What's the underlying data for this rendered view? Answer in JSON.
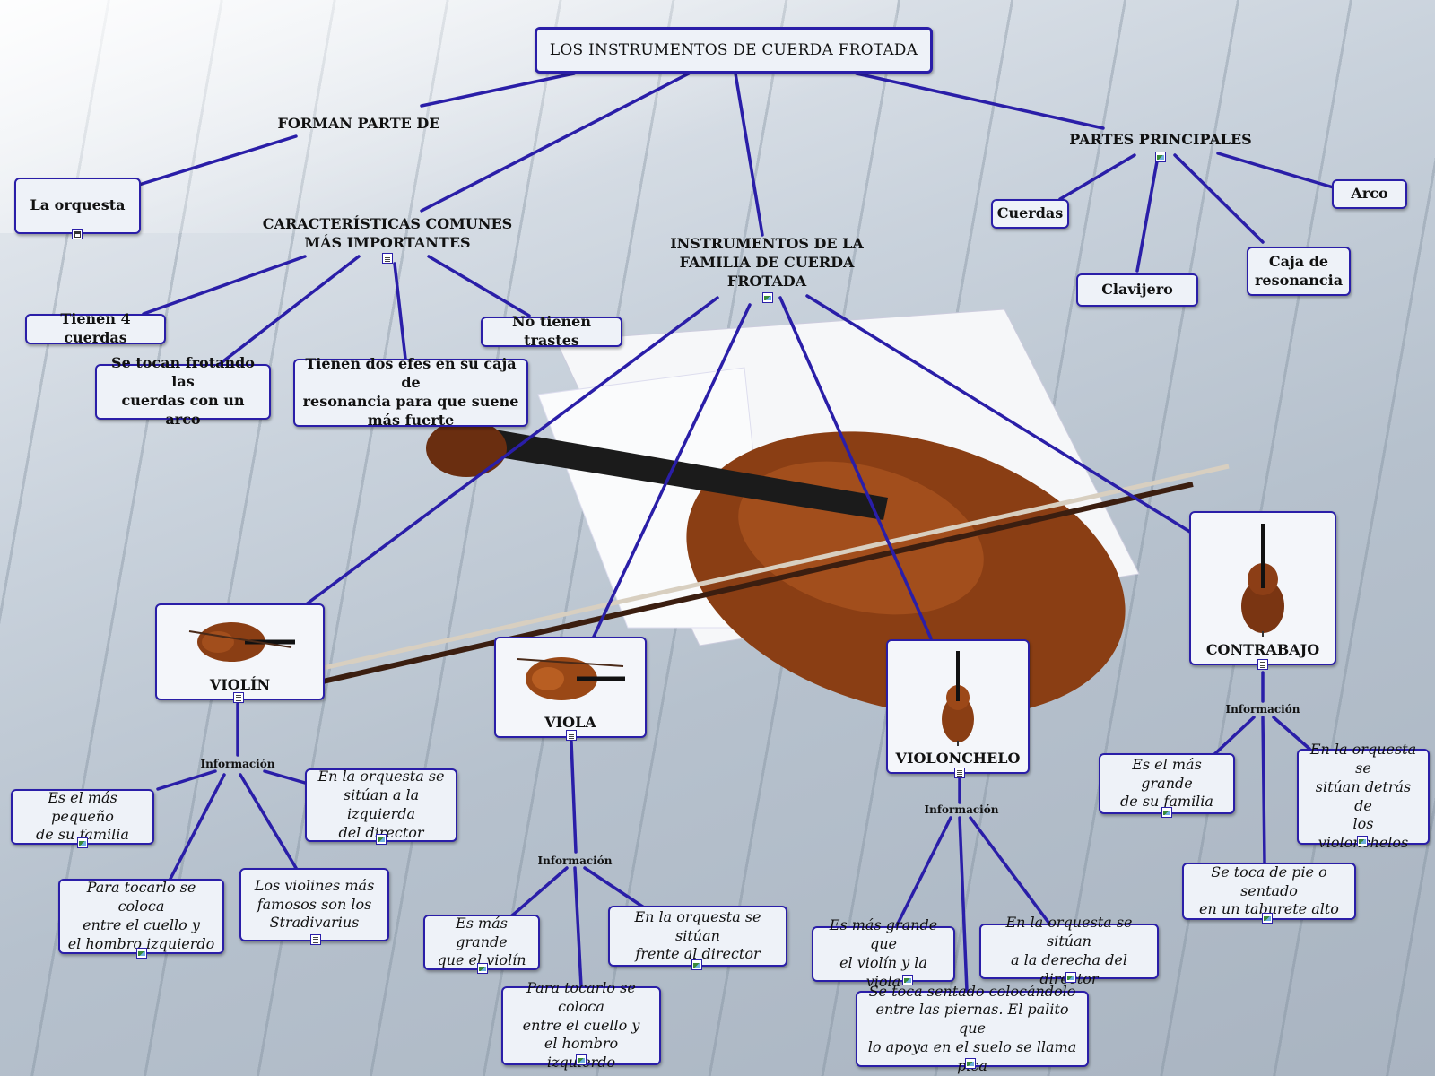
{
  "title": "LOS INSTRUMENTOS DE CUERDA FROTADA",
  "branches": {
    "forman": "FORMAN PARTE DE",
    "caracteristicas": "CARACTERÍSTICAS COMUNES\nMÁS IMPORTANTES",
    "instrumentos": "INSTRUMENTOS DE LA\nFAMILIA DE CUERDA\nFROTADA",
    "partes": "PARTES PRINCIPALES"
  },
  "orquesta": "La orquesta",
  "caracteristicas_items": [
    "Tienen 4 cuerdas",
    "Se tocan frotando las\ncuerdas con un arco",
    "Tienen dos efes en su caja de\nresonancia para que suene\nmás fuerte",
    "No tienen trastes"
  ],
  "partes_items": [
    "Cuerdas",
    "Clavijero",
    "Caja de\nresonancia",
    "Arco"
  ],
  "info_label": "Información",
  "instruments": [
    {
      "name": "VIOLÍN",
      "icon": "violin-image",
      "notes": [
        "Es el más pequeño\nde su familia",
        "Para tocarlo se coloca\nentre el cuello y\nel hombro izquierdo",
        "Los violines más\nfamosos son los\nStradivarius",
        "En la orquesta se\nsitúan a la izquierda\ndel director"
      ]
    },
    {
      "name": "VIOLA",
      "icon": "viola-image",
      "notes": [
        "Es más grande\nque el violín",
        "Para tocarlo se coloca\nentre el cuello y\nel hombro izquierdo",
        "En la orquesta se sitúan\nfrente al director"
      ]
    },
    {
      "name": "VIOLONCHELO",
      "icon": "cello-image",
      "notes": [
        "Es más grande que\nel violín y la viola",
        "Se toca sentado colocándolo\nentre las piernas. El palito que\nlo apoya  en el suelo se llama pica",
        "En la orquesta se sitúan\na la derecha del director"
      ]
    },
    {
      "name": "CONTRABAJO",
      "icon": "double-bass-image",
      "notes": [
        "Es el más grande\nde su familia",
        "Se toca de pie o sentado\nen un taburete alto",
        "En la orquesta se\nsitúan  detrás de\nlos violonchelos"
      ]
    }
  ],
  "colors": {
    "link": "#2a1ea8",
    "node_bg": "#eef2f8",
    "wood": "#8a3e14"
  }
}
